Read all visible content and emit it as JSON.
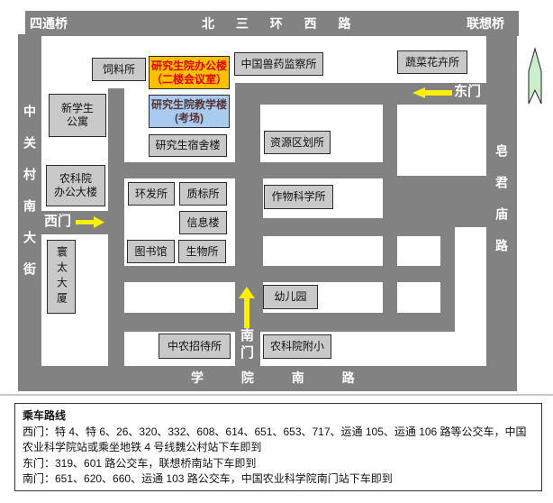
{
  "colors": {
    "road": "#828282",
    "road-text": "#ffffff",
    "building-fill": "#c9c9c9",
    "building-border": "#2b2b2b",
    "highlight-orange": "#ffc000",
    "highlight-orange-text": "#e00000",
    "highlight-blue": "#a9cbf0",
    "highlight-blue-text": "#553333",
    "gate-arrow": "#ffee00",
    "north-arrow": "#cdeecd"
  },
  "map": {
    "roads": {
      "north_left": "四通桥",
      "north_center": "北 三 环 西 路",
      "north_right": "联想桥",
      "west": "中关村南大街",
      "east": "皂君庙路",
      "south": "学 院 南 路"
    },
    "gates": {
      "west": "西门",
      "east": "东门",
      "south": "南门"
    },
    "north_arrow": "north-compass",
    "buildings": [
      {
        "label": "饲料所"
      },
      {
        "line1": "研究生院办公楼",
        "line2": "（二楼会议室）"
      },
      {
        "line1": "研究生院教学楼",
        "line2": "(考场)"
      },
      {
        "label": "研究生宿舍楼"
      },
      {
        "label": "中国兽药监察所"
      },
      {
        "label": "蔬菜花卉所"
      },
      {
        "line1": "新学生",
        "line2": "公寓"
      },
      {
        "line1": "农科院",
        "line2": "办公大楼"
      },
      {
        "label": "寰太大厦"
      },
      {
        "label": "资源区划所"
      },
      {
        "label": "环发所"
      },
      {
        "label": "质标所"
      },
      {
        "label": "信息楼"
      },
      {
        "label": "图书馆"
      },
      {
        "label": "生物所"
      },
      {
        "label": "作物科学所"
      },
      {
        "label": "幼儿园"
      },
      {
        "label": "中农招待所"
      },
      {
        "label": "农科院附小"
      }
    ]
  },
  "info": {
    "title": "乘车路线",
    "lines": [
      "西门：特 4、特 6、26、320、332、608、614、651、653、717、运通 105、运通 106 路等公交车，中国农业科学院站或乘坐地铁 4 号线魏公村站下车即到",
      "东门：319、601 路公交车，联想桥南站下车即到",
      "南门：651、620、660、运通 103 路公交车，中国农业科学院南门站下车即到"
    ]
  }
}
